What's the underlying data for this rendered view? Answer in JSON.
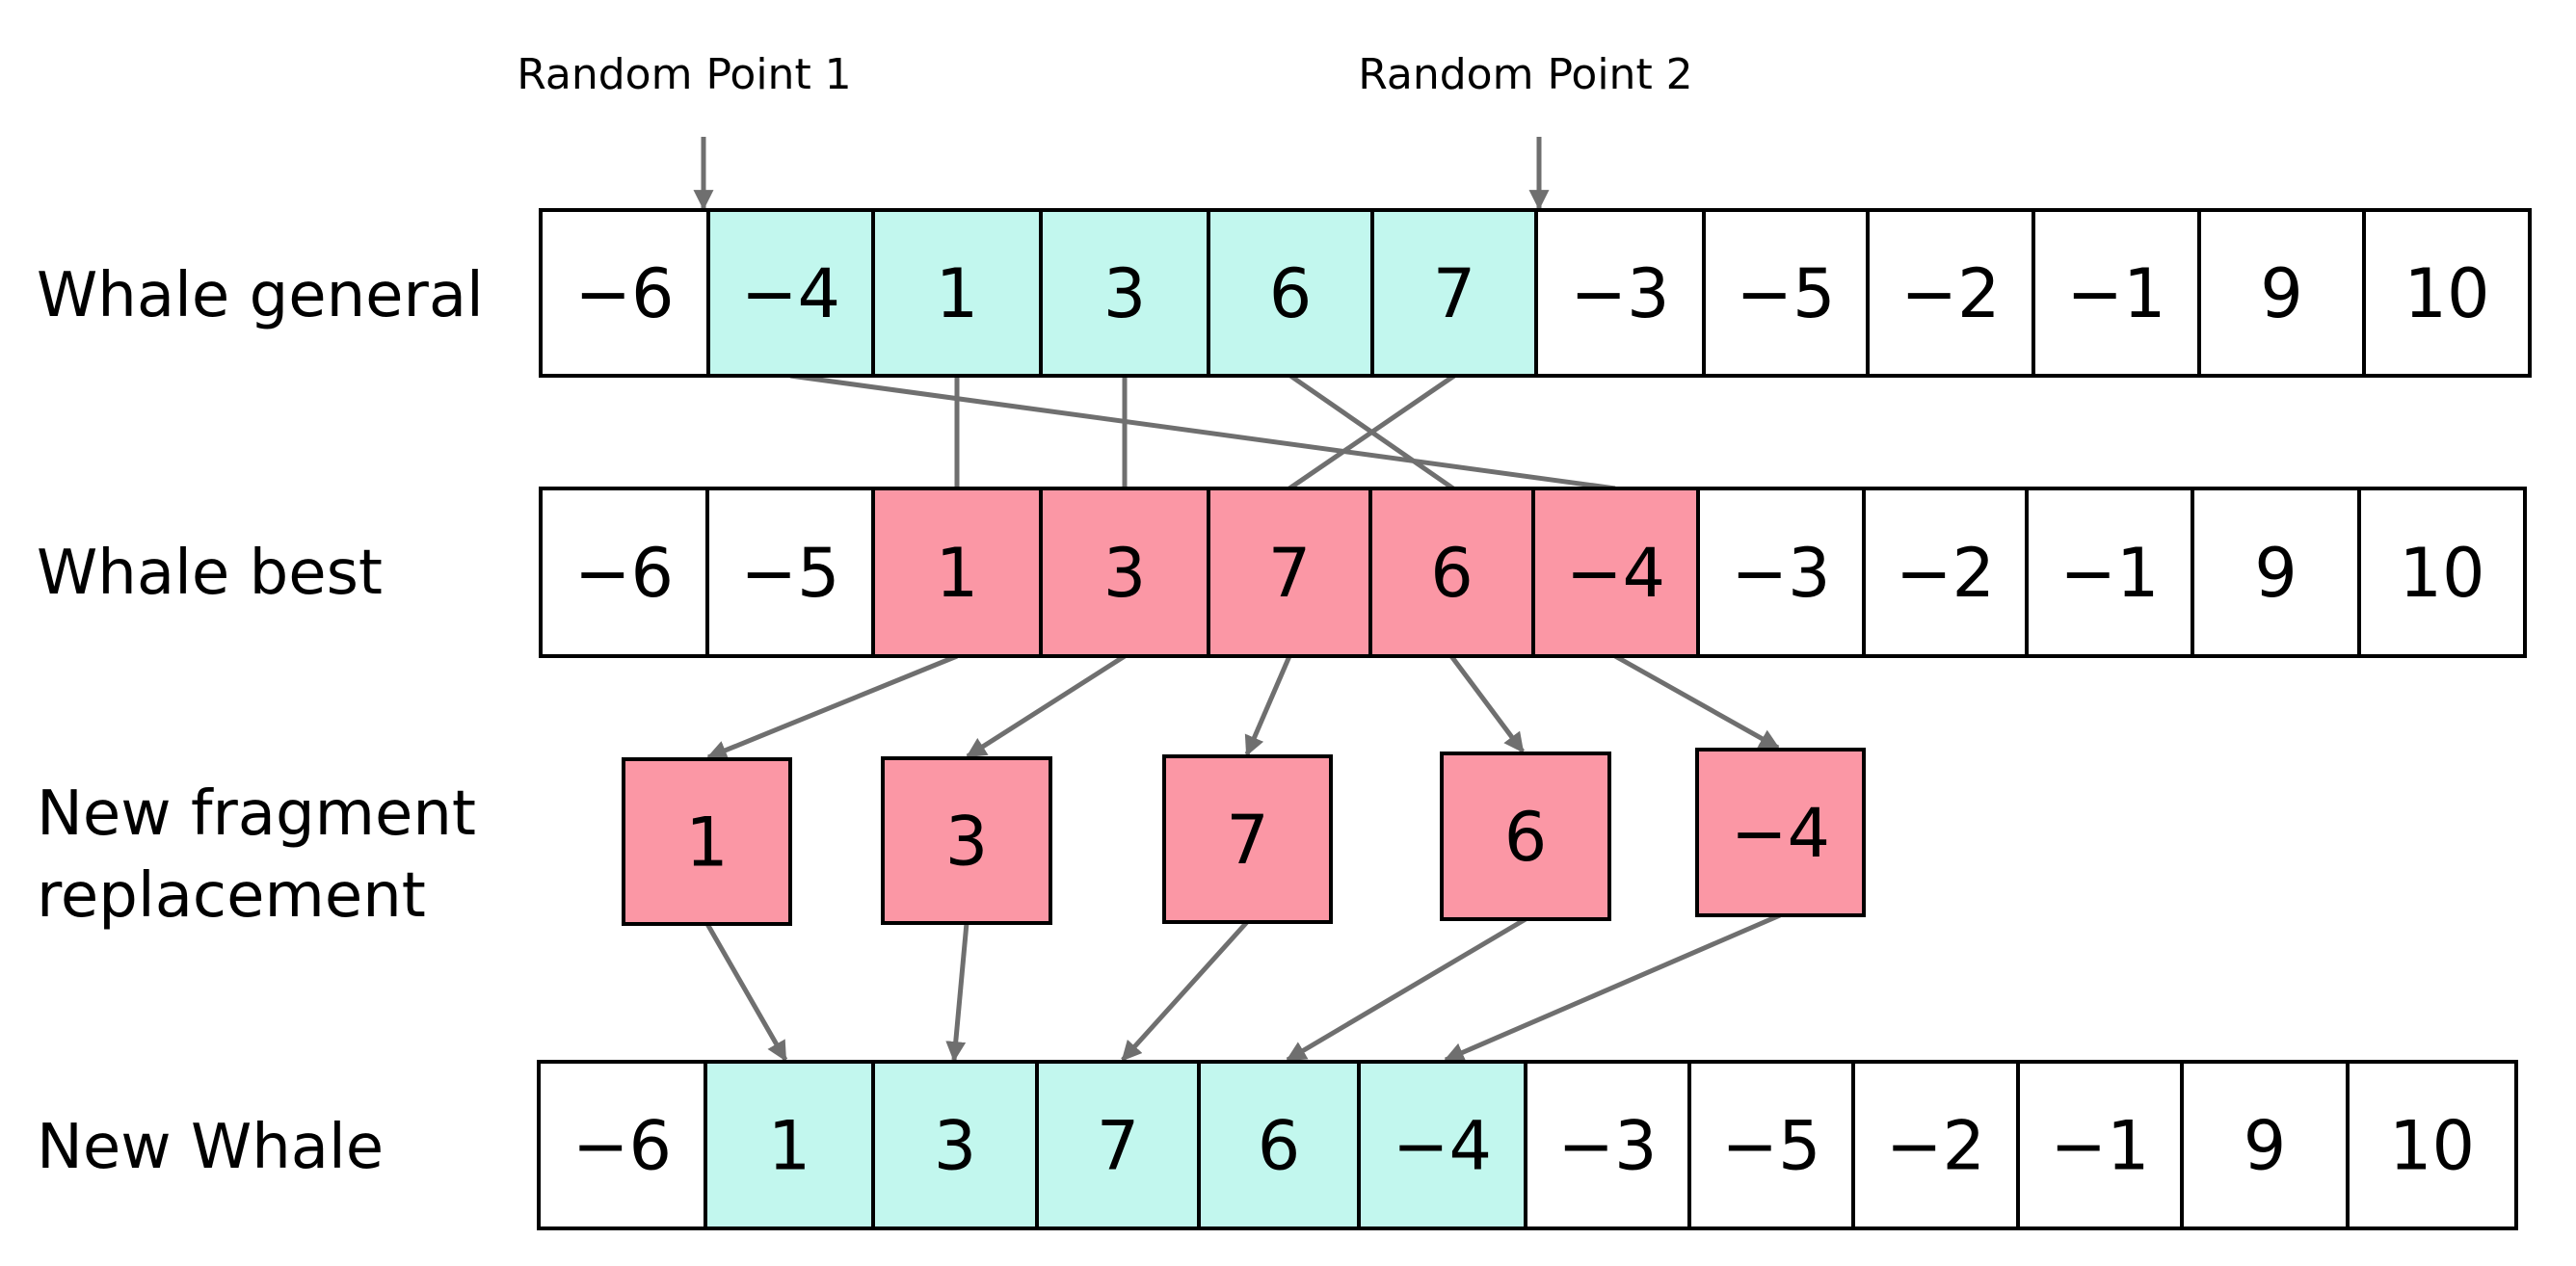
{
  "colors": {
    "teal": "#c2f7ee",
    "pink": "#fb97a5",
    "white": "#ffffff",
    "connector": "#6f6f6f"
  },
  "random_points": [
    "Random Point 1",
    "Random Point 2"
  ],
  "rows": [
    {
      "label_lines": [
        "Whale general"
      ],
      "cells": [
        {
          "v": "−6",
          "c": "white"
        },
        {
          "v": "−4",
          "c": "teal"
        },
        {
          "v": "1",
          "c": "teal"
        },
        {
          "v": "3",
          "c": "teal"
        },
        {
          "v": "6",
          "c": "teal"
        },
        {
          "v": "7",
          "c": "teal"
        },
        {
          "v": "−3",
          "c": "white"
        },
        {
          "v": "−5",
          "c": "white"
        },
        {
          "v": "−2",
          "c": "white"
        },
        {
          "v": "−1",
          "c": "white"
        },
        {
          "v": "9",
          "c": "white"
        },
        {
          "v": "10",
          "c": "white"
        }
      ]
    },
    {
      "label_lines": [
        "Whale best"
      ],
      "cells": [
        {
          "v": "−6",
          "c": "white"
        },
        {
          "v": "−5",
          "c": "white"
        },
        {
          "v": "1",
          "c": "pink"
        },
        {
          "v": "3",
          "c": "pink"
        },
        {
          "v": "7",
          "c": "pink"
        },
        {
          "v": "6",
          "c": "pink"
        },
        {
          "v": "−4",
          "c": "pink"
        },
        {
          "v": "−3",
          "c": "white"
        },
        {
          "v": "−2",
          "c": "white"
        },
        {
          "v": "−1",
          "c": "white"
        },
        {
          "v": "9",
          "c": "white"
        },
        {
          "v": "10",
          "c": "white"
        }
      ]
    },
    {
      "label_lines": [
        "New fragment",
        "replacement"
      ],
      "cells": [
        {
          "v": "1",
          "c": "pink"
        },
        {
          "v": "3",
          "c": "pink"
        },
        {
          "v": "7",
          "c": "pink"
        },
        {
          "v": "6",
          "c": "pink"
        },
        {
          "v": "−4",
          "c": "pink"
        }
      ]
    },
    {
      "label_lines": [
        "New Whale"
      ],
      "cells": [
        {
          "v": "−6",
          "c": "white"
        },
        {
          "v": "1",
          "c": "teal"
        },
        {
          "v": "3",
          "c": "teal"
        },
        {
          "v": "7",
          "c": "teal"
        },
        {
          "v": "6",
          "c": "teal"
        },
        {
          "v": "−4",
          "c": "teal"
        },
        {
          "v": "−3",
          "c": "white"
        },
        {
          "v": "−5",
          "c": "white"
        },
        {
          "v": "−2",
          "c": "white"
        },
        {
          "v": "−1",
          "c": "white"
        },
        {
          "v": "9",
          "c": "white"
        },
        {
          "v": "10",
          "c": "white"
        }
      ]
    }
  ]
}
